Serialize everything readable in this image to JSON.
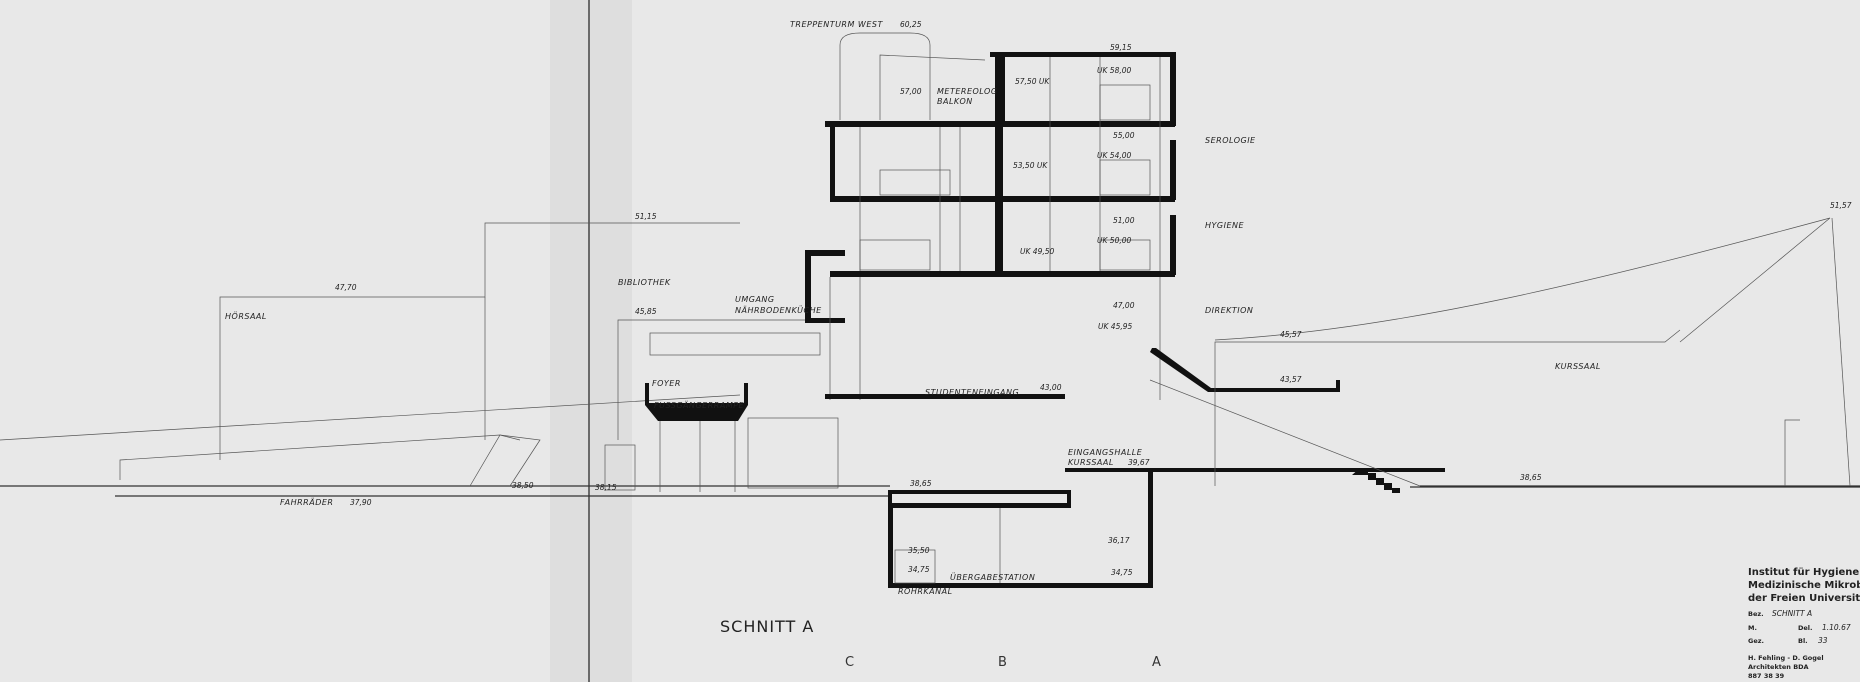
{
  "drawing": {
    "title": "SCHNITT A",
    "section_letters": [
      "C",
      "B",
      "A"
    ],
    "rooms": {
      "treppenturm": "TREPPENTURM WEST",
      "balkon1": "METEREOLOG",
      "balkon2": "BALKON",
      "serologie": "SEROLOGIE",
      "hygiene": "HYGIENE",
      "direktion": "DIREKTION",
      "bibliothek": "BIBLIOTHEK",
      "umgang1": "UMGANG",
      "umgang2": "NÄHRBODENKÜCHE",
      "hoersaal": "HÖRSAAL",
      "foyer": "FOYER",
      "rampe": "FUSSGÄNGERRAMPE",
      "fahrraeder": "FAHRRÄDER",
      "studenteneingang": "STUDENTENEINGANG",
      "eingangshalle1": "EINGANGSHALLE",
      "eingangshalle2": "KURSSAAL",
      "uebergabestation": "ÜBERGABESTATION",
      "rohrkanal": "ROHRKANAL",
      "kurssaal": "KURSSAAL"
    },
    "levels": {
      "l6025": "60,25",
      "l5915": "59,15",
      "l5800": "UK 58,00",
      "l5750": "57,50 UK",
      "l5700": "57,00",
      "l5500": "55,00",
      "l5400": "UK 54,00",
      "l5350": "53,50 UK",
      "l5100": "51,00",
      "l5000": "UK 50,00",
      "l4950": "UK 49,50",
      "l4700": "47,00",
      "l4595": "UK 45,95",
      "l5115": "51,15",
      "l4585": "45,85",
      "l4770": "47,70",
      "l3850": "38,50",
      "l3815": "38,15",
      "l3790": "37,90",
      "l4300": "43,00",
      "l3967": "39,67",
      "l3865a": "38,65",
      "l3617": "36,17",
      "l3550": "35,50",
      "l3475a": "34,75",
      "l3475b": "34,75",
      "l4557": "45,57",
      "l4357": "43,57",
      "l5157": "51,57",
      "l3865b": "38,65"
    }
  },
  "title_block": {
    "line1": "Institut für Hygiene und",
    "line2": "Medizinische Mikrobiologie",
    "line3": "der Freien Universität Berlin",
    "bez_label": "Bez.",
    "bez_value": "SCHNITT A",
    "m_label": "M.",
    "del_label": "Del.",
    "del_value": "1.10.67",
    "gez_label": "Gez.",
    "bl_label": "Bl.",
    "bl_value": "33",
    "architects": "H. Fehling - D. Gogel",
    "architects2": "Architekten BDA",
    "phone": "887 38 39"
  }
}
